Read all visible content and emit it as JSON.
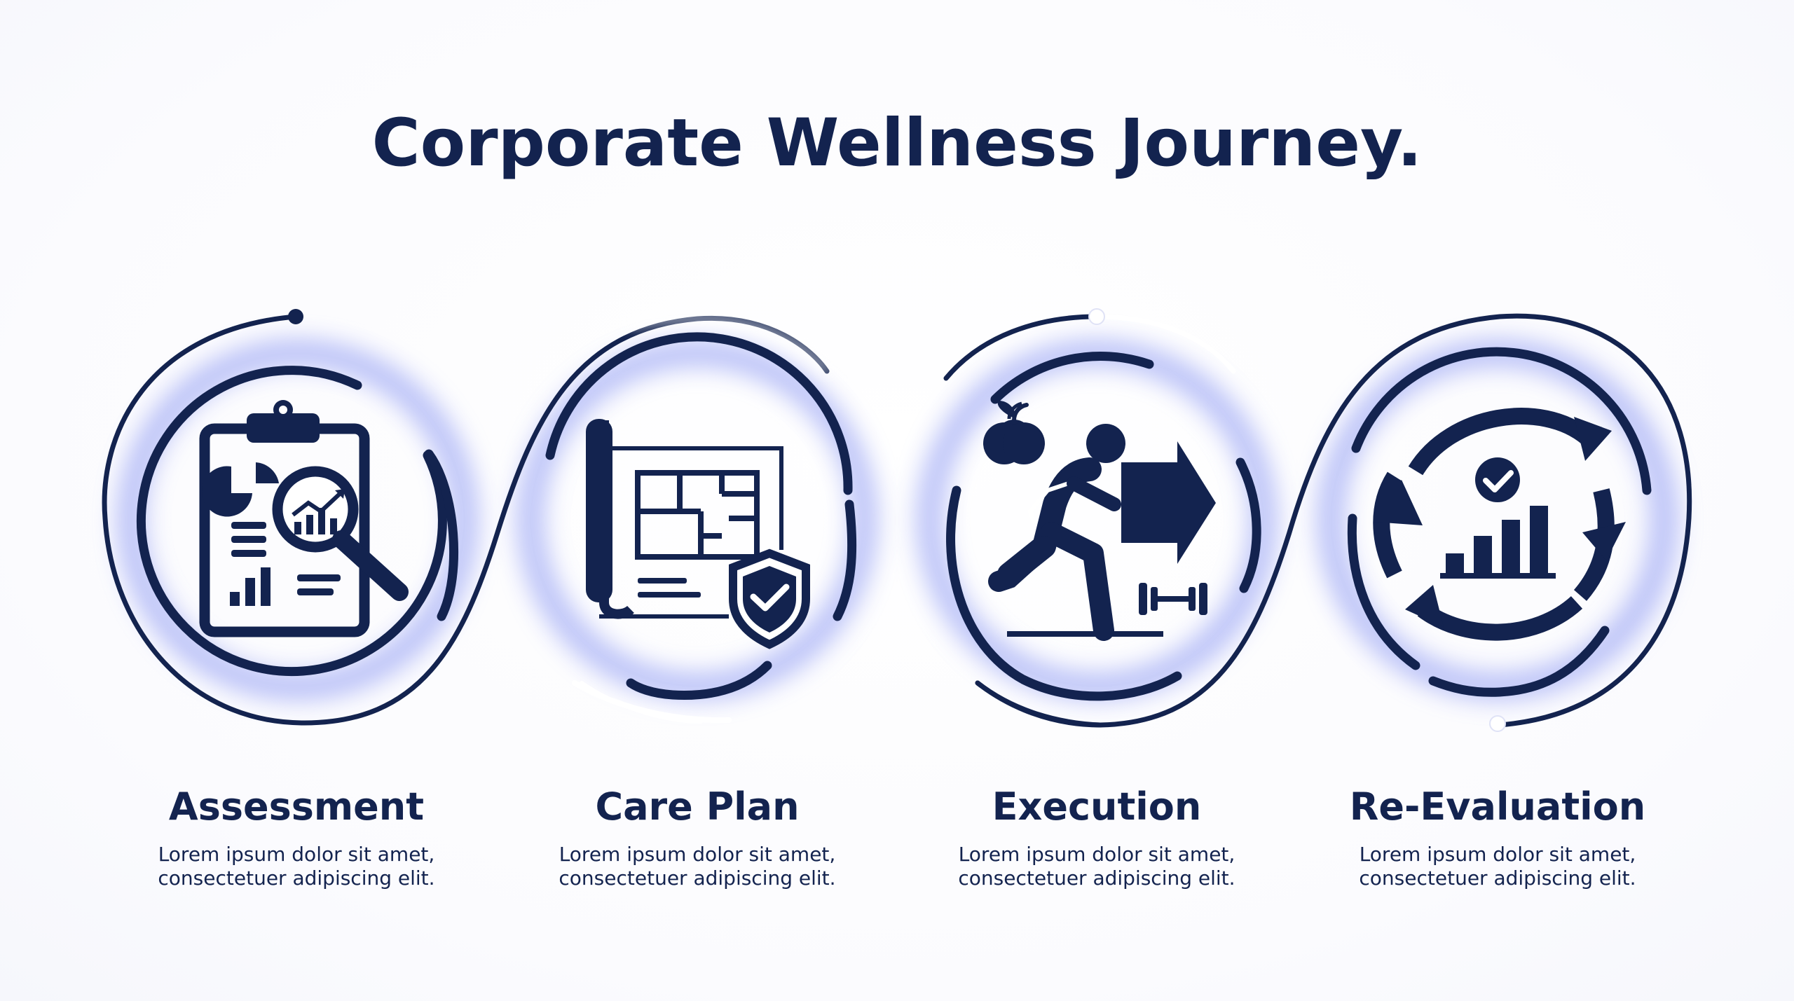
{
  "title": "Corporate Wellness Journey.",
  "steps": [
    {
      "label": "Assessment",
      "desc_line1": "Lorem ipsum dolor sit amet,",
      "desc_line2": "consectetuer adipiscing elit.",
      "icon": "clipboard-analysis-icon"
    },
    {
      "label": "Care Plan",
      "desc_line1": "Lorem ipsum dolor sit amet,",
      "desc_line2": "consectetuer adipiscing elit.",
      "icon": "blueprint-shield-icon"
    },
    {
      "label": "Execution",
      "desc_line1": "Lorem ipsum dolor sit amet,",
      "desc_line2": "consectetuer adipiscing elit.",
      "icon": "running-person-icon"
    },
    {
      "label": "Re-Evaluation",
      "desc_line1": "Lorem ipsum dolor sit amet,",
      "desc_line2": "consectetuer adipiscing elit.",
      "icon": "cycle-chart-icon"
    }
  ],
  "colors": {
    "navy": "#13234f",
    "glow": "#4b5bd8",
    "background": "#ffffff"
  }
}
